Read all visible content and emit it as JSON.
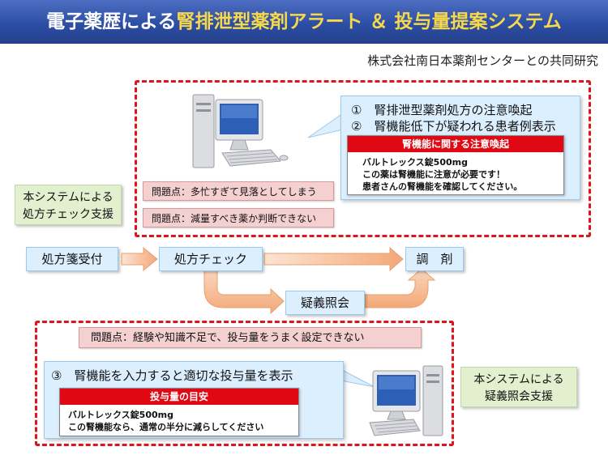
{
  "title": {
    "prefix": "電子薬歴による",
    "highlight": "腎排泄型薬剤アラート ＆ 投与量提案システム"
  },
  "subtitle": "株式会社南日本薬剤センターとの共同研究",
  "left_label": {
    "line1": "本システムによる",
    "line2": "処方チェック支援"
  },
  "right_label": {
    "line1": "本システムによる",
    "line2": "疑義照会支援"
  },
  "top_callout": {
    "item1": "①　腎排泄型薬剤処方の注意喚起",
    "item2": "②　腎機能低下が疑われる患者例表示",
    "alert": {
      "header": "腎機能に関する注意喚起",
      "line1": "バルトレックス錠500mg",
      "line2": "この薬は腎機能に注意が必要です！",
      "line3": "患者さんの腎機能を確認してください。"
    }
  },
  "problems_top": [
    "問題点：多忙すぎて見落としてしまう",
    "問題点：減量すべき薬か判断できない"
  ],
  "problem_bottom": "問題点：経験や知識不足で、投与量をうまく設定できない",
  "flow": {
    "step1": "処方箋受付",
    "step2": "処方チェック",
    "step3": "調　剤",
    "step4": "疑義照会"
  },
  "bottom_callout": {
    "item3": "③　腎機能を入力すると適切な投与量を表示",
    "alert": {
      "header": "投与量の目安",
      "line1": "バルトレックス錠500mg",
      "line2": "この腎機能なら、通常の半分に減らしてください"
    }
  },
  "colors": {
    "title_bg": "#2c4ea4",
    "highlight": "#f7d84a",
    "dash_red": "#e0151b",
    "alert_red": "#e00812",
    "box_blue": "#dcefff",
    "box_green": "#e3f0cf",
    "box_pink": "#f5d0d1",
    "arrow_orange": "#f4b183"
  }
}
